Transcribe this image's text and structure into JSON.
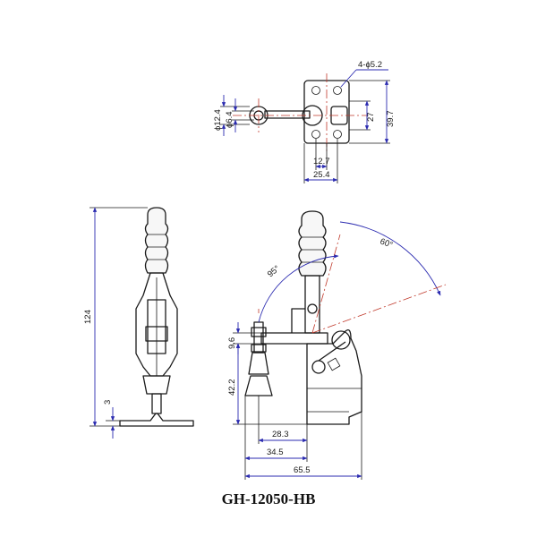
{
  "model": "GH-12050-HB",
  "dims": {
    "hole_spec": "4-ϕ5.2",
    "d12_4": "ϕ12.4",
    "d6_4": "ϕ6.4",
    "w12_7": "12.7",
    "w25_4": "25.4",
    "h27": "27",
    "h39_7": "39.7",
    "h124": "124",
    "t3": "3",
    "h9_6": "9.6",
    "h42_2": "42.2",
    "w28_3": "28.3",
    "w34_5": "34.5",
    "w65_5": "65.5",
    "a95": "95°",
    "a60": "60°"
  }
}
